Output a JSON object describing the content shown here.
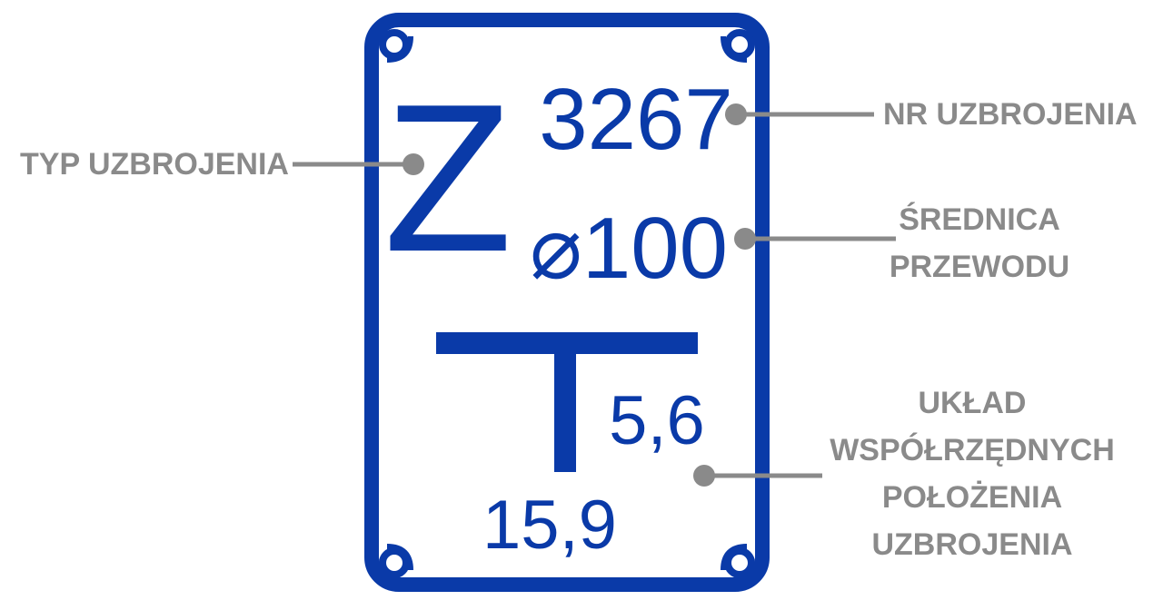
{
  "sign": {
    "type_letter": "Z",
    "number": "3267",
    "diameter": "⌀100",
    "hydrant_letter": "T",
    "coordinate_right": "5,6",
    "coordinate_bottom": "15,9"
  },
  "labels": {
    "type": "TYP UZBROJENIA",
    "number": "NR UZBROJENIA",
    "diameter_line1": "ŚREDNICA",
    "diameter_line2": "PRZEWODU",
    "coords_line1": "UKŁAD",
    "coords_line2": "WSPÓŁRZĘDNYCH",
    "coords_line3": "POŁOŻENIA",
    "coords_line4": "UZBROJENIA"
  },
  "colors": {
    "sign_blue": "#0a3aa8",
    "label_gray": "#8a8a8a"
  }
}
